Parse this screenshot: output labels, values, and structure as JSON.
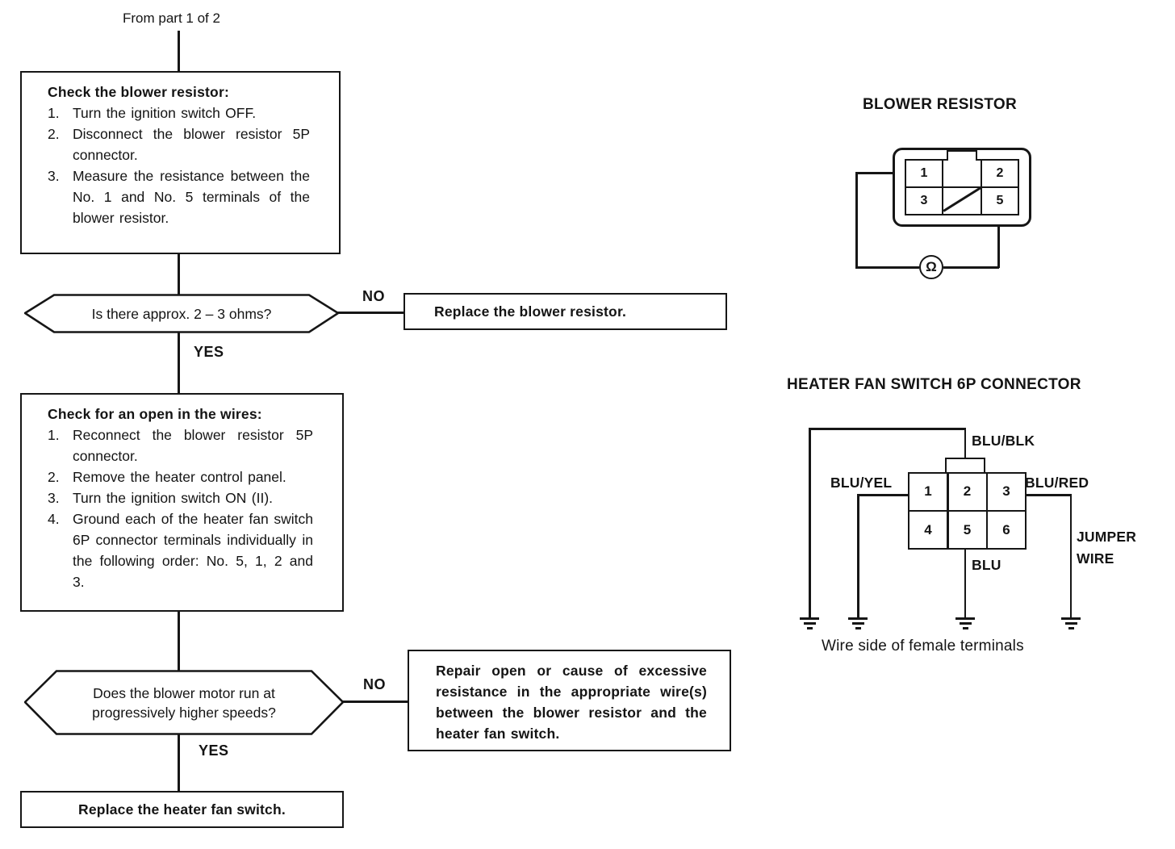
{
  "palette": {
    "ink": "#161616",
    "paper": "#ffffff"
  },
  "flowchart": {
    "from_label": "From part 1 of 2",
    "no_label": "NO",
    "yes_label": "YES",
    "step1": {
      "title": "Check the blower resistor:",
      "items": [
        {
          "num": "1.",
          "text": "Turn the ignition switch OFF."
        },
        {
          "num": "2.",
          "text": "Disconnect the blower resistor 5P connector."
        },
        {
          "num": "3.",
          "text": "Measure the resistance between the No. 1 and No. 5 terminals of the blower resistor."
        }
      ]
    },
    "decision1": {
      "question": "Is there approx. 2 – 3 ohms?"
    },
    "action_replace_resistor": "Replace the blower resistor.",
    "step2": {
      "title": "Check for an open in the wires:",
      "items": [
        {
          "num": "1.",
          "text": "Reconnect the blower resistor 5P connector."
        },
        {
          "num": "2.",
          "text": "Remove the heater control panel."
        },
        {
          "num": "3.",
          "text": "Turn the ignition switch ON (II)."
        },
        {
          "num": "4.",
          "text": "Ground each of the heater fan switch 6P connector terminals individually in the following order: No. 5, 1, 2 and 3."
        }
      ]
    },
    "decision2": {
      "question": "Does the blower motor run at progressively higher speeds?"
    },
    "action_repair_open": "Repair open or cause of excessive resistance in the appropriate wire(s) between the blower resistor and the heater fan switch.",
    "action_replace_switch": "Replace the heater fan switch."
  },
  "blower_resistor": {
    "title": "BLOWER RESISTOR",
    "pins": [
      "1",
      "2",
      "3",
      "5"
    ],
    "meter_symbol": "Ω"
  },
  "fan_switch": {
    "title": "HEATER FAN SWITCH 6P CONNECTOR",
    "pins": [
      "1",
      "2",
      "3",
      "4",
      "5",
      "6"
    ],
    "wire_labels": {
      "top": "BLU/BLK",
      "left": "BLU/YEL",
      "right": "BLU/RED",
      "bottom": "BLU",
      "jumper": "JUMPER WIRE"
    },
    "caption": "Wire side of female terminals"
  }
}
